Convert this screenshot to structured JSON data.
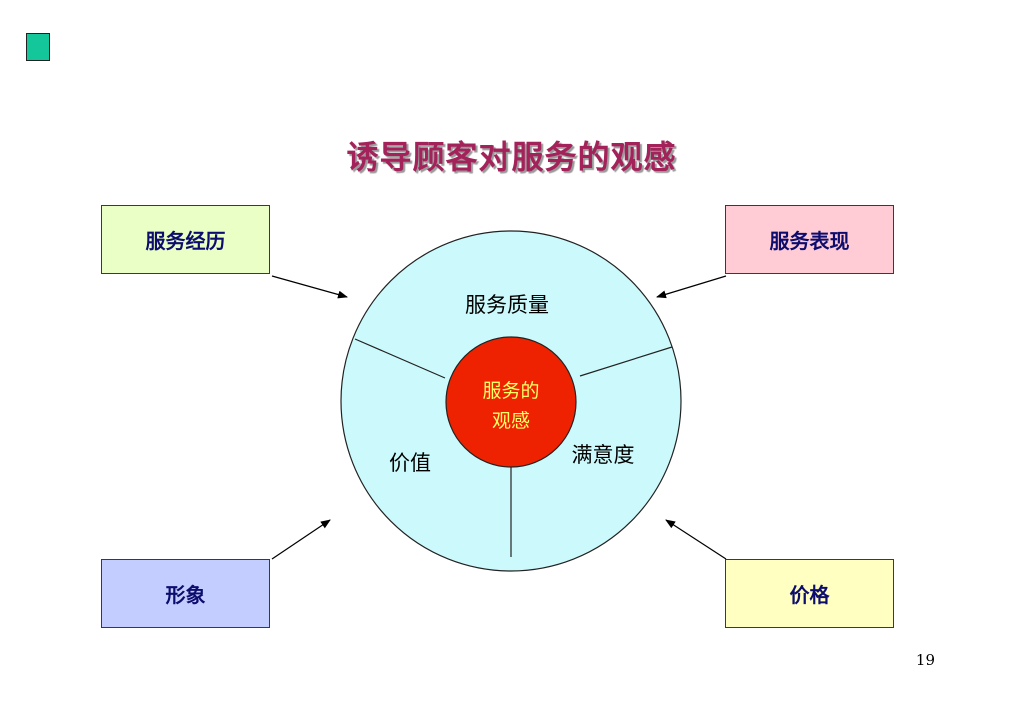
{
  "title": "诱导顾客对服务的观感",
  "boxes": {
    "top_left": "服务经历",
    "top_right": "服务表现",
    "bottom_left": "形象",
    "bottom_right": "价格"
  },
  "circle": {
    "segments": {
      "top": "服务质量",
      "left": "价值",
      "right": "满意度"
    },
    "center": {
      "line1": "服务的",
      "line2": "观感"
    }
  },
  "page_number": "19",
  "colors": {
    "title": "#a3225a",
    "outer_circle": "#ccfafc",
    "center_circle": "#ee2200",
    "center_text": "#ffff66",
    "accent_square": "#13c79a"
  }
}
